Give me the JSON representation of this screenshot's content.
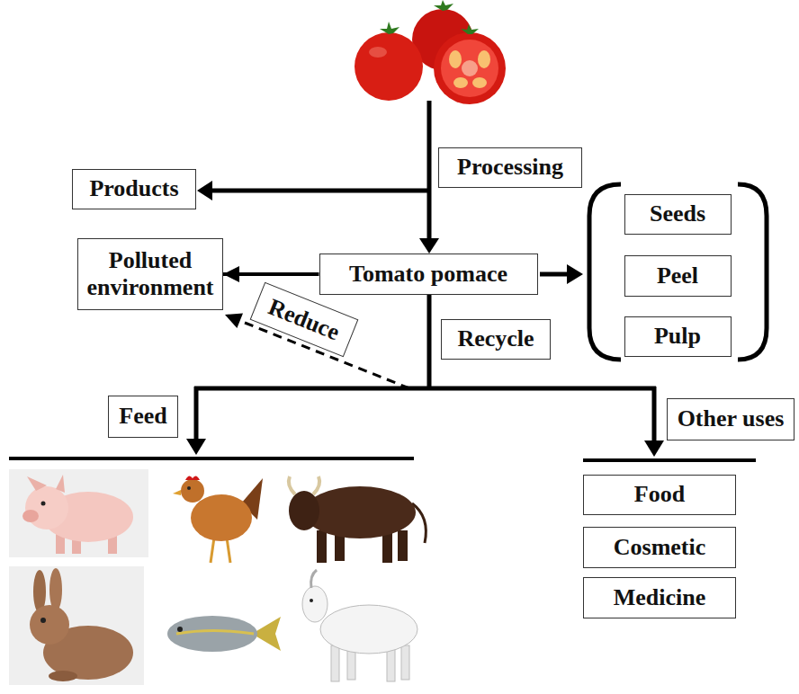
{
  "diagram": {
    "nodes": [
      {
        "text": [
          "Processing"
        ]
      },
      {
        "text": [
          "Products"
        ]
      },
      {
        "text": [
          "Seeds"
        ]
      },
      {
        "text": [
          "Polluted environment"
        ]
      },
      {
        "text": [
          "Tomato pomace"
        ]
      },
      {
        "text": [
          "Peel"
        ]
      },
      {
        "text": [
          "Reduce"
        ]
      },
      {
        "text": [
          "Recycle"
        ]
      },
      {
        "text": [
          "Pulp"
        ]
      },
      {
        "text": [
          "Feed"
        ]
      },
      {
        "text": [
          "Other uses"
        ]
      },
      {
        "text": [
          "Food"
        ]
      },
      {
        "text": [
          "Cosmetic"
        ]
      },
      {
        "text": [
          "Medicine"
        ]
      }
    ],
    "edges": [
      {
        "from": 4,
        "to": 3,
        "arrow": "to"
      }
    ]
  }
}
